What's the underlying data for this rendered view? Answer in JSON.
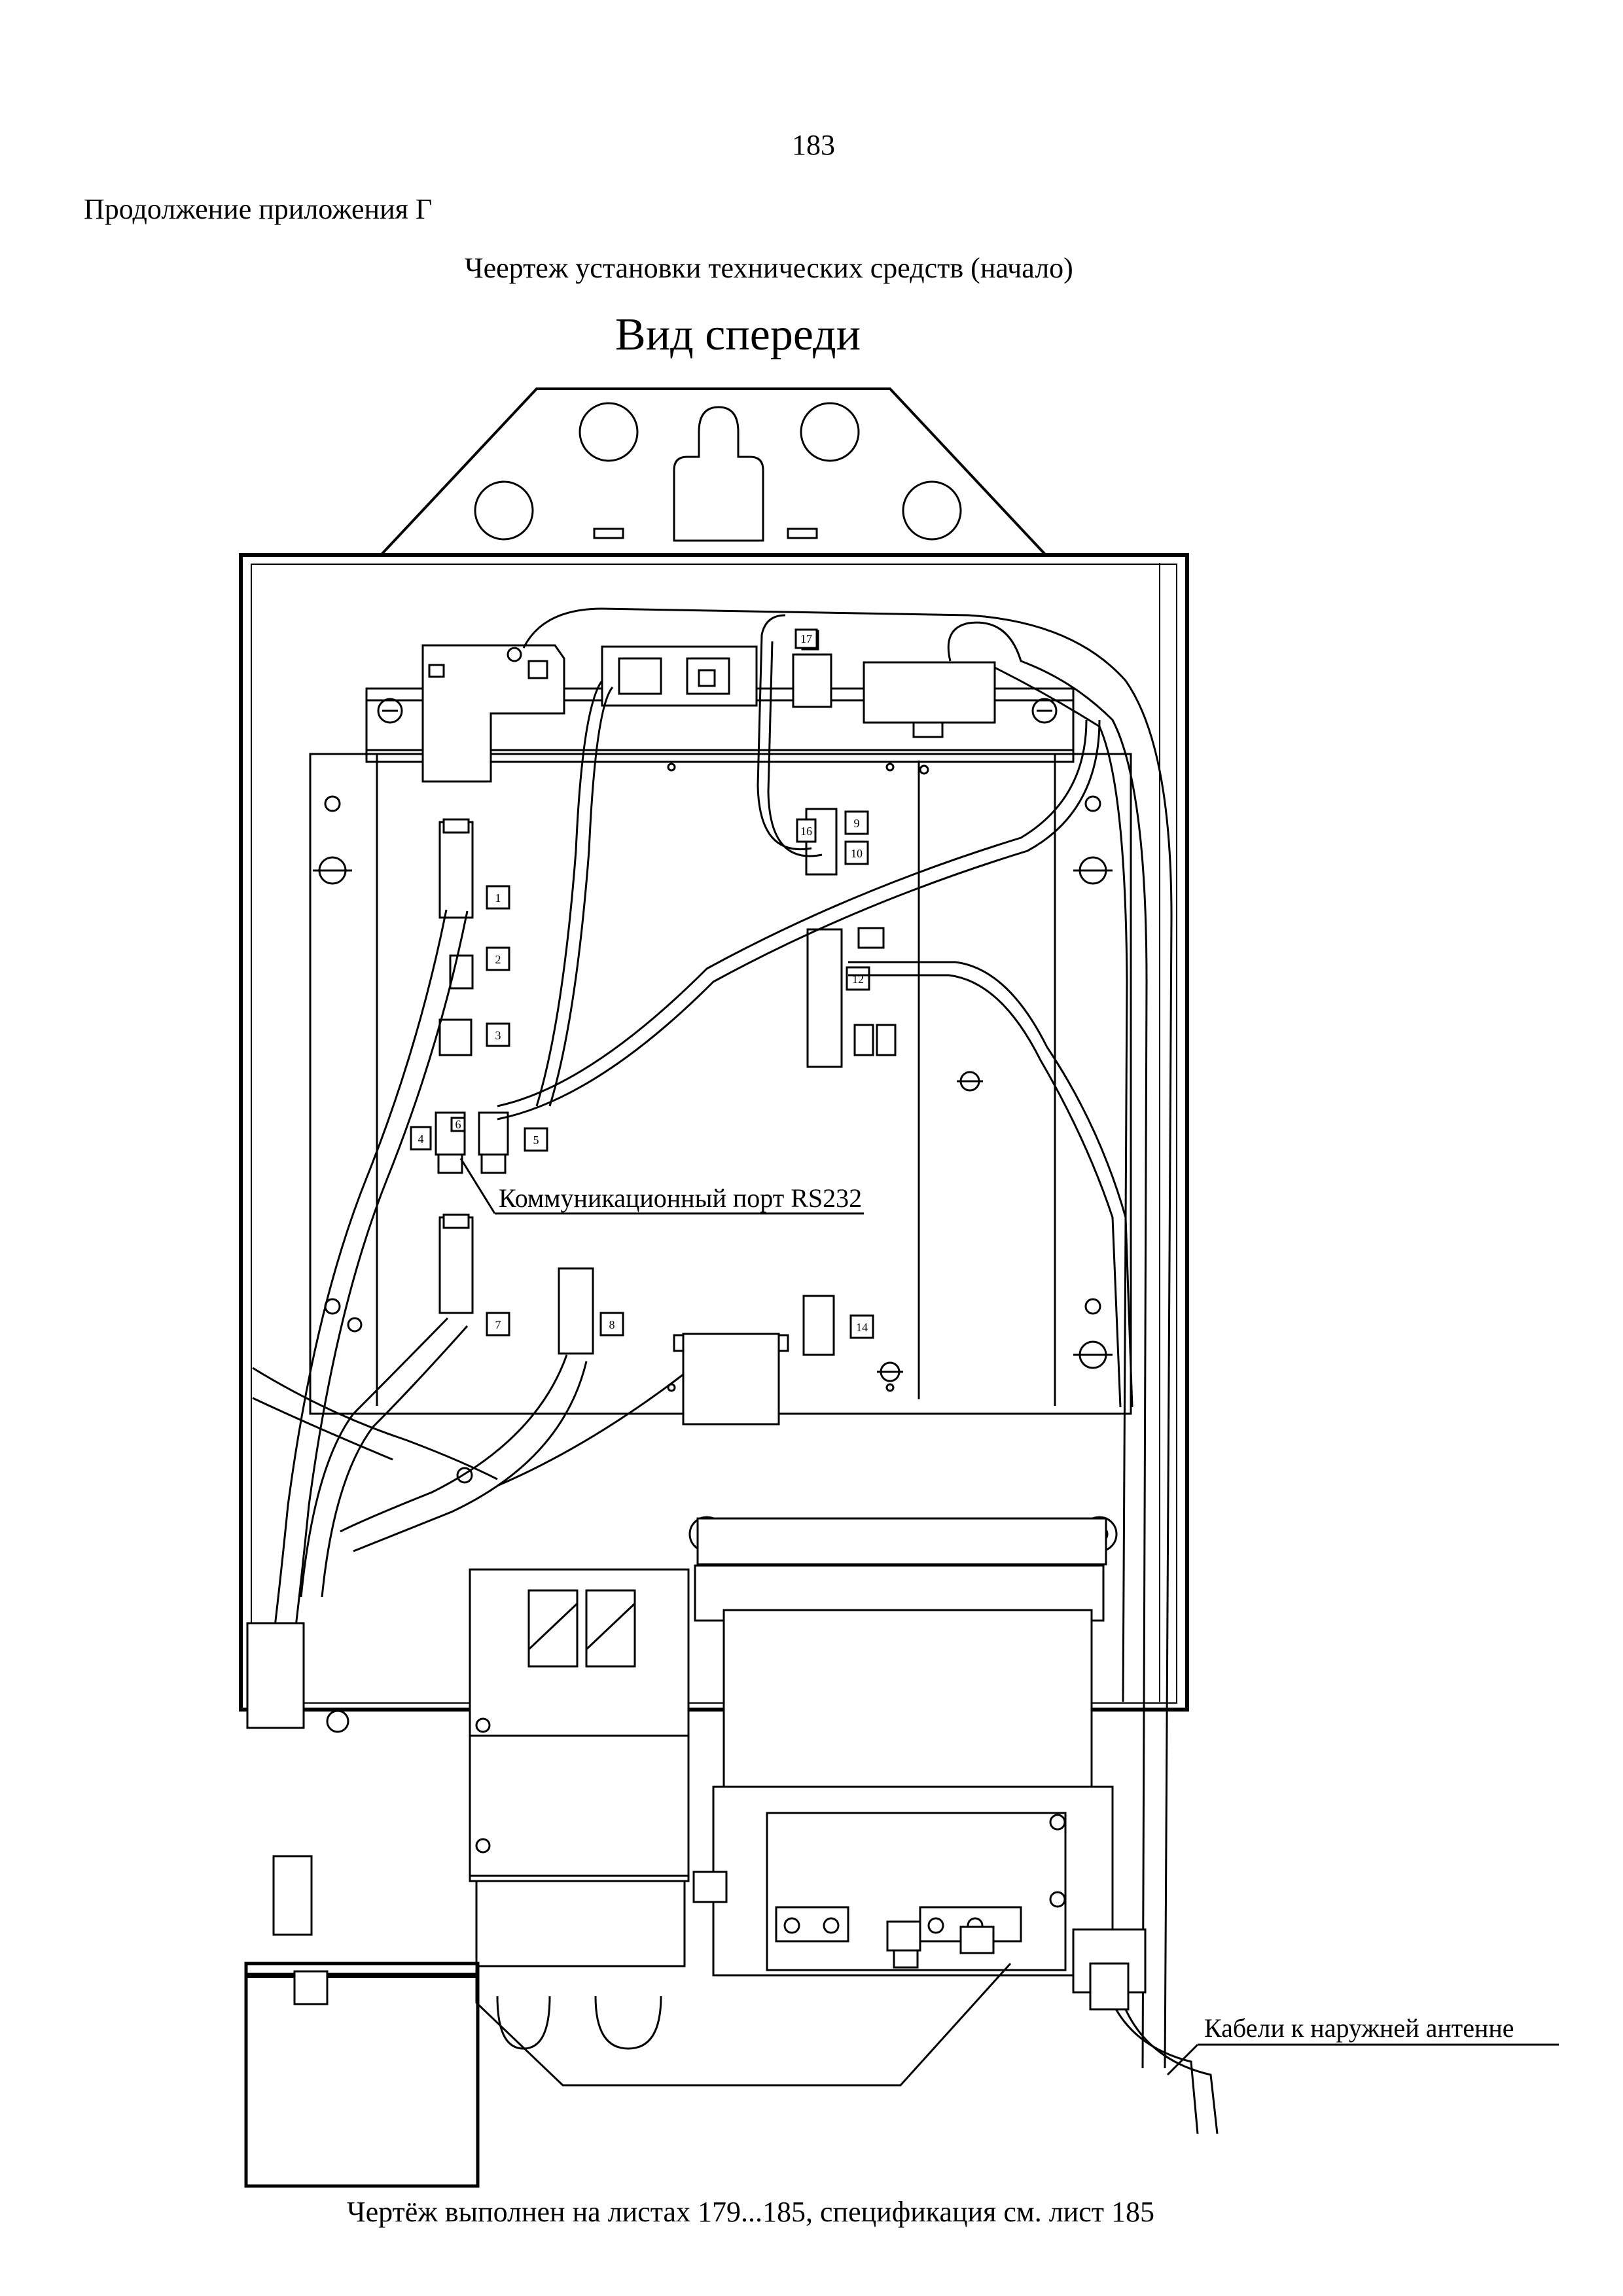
{
  "page": {
    "number": "183",
    "appendix": "Продолжение приложения Г",
    "caption": "Чеертеж установки технических средств (начало)",
    "view_title": "Вид спереди",
    "footer_note": "Чертёж выполнен на листах 179...185, спецификация см. лист 185"
  },
  "callouts": {
    "rs232": "Коммуникационный порт RS232",
    "antenna": "Кабели к наружней антенне"
  },
  "positions": [
    "1",
    "2",
    "3",
    "4",
    "5",
    "6",
    "7",
    "8",
    "9",
    "10",
    "12",
    "14",
    "16",
    "17"
  ]
}
